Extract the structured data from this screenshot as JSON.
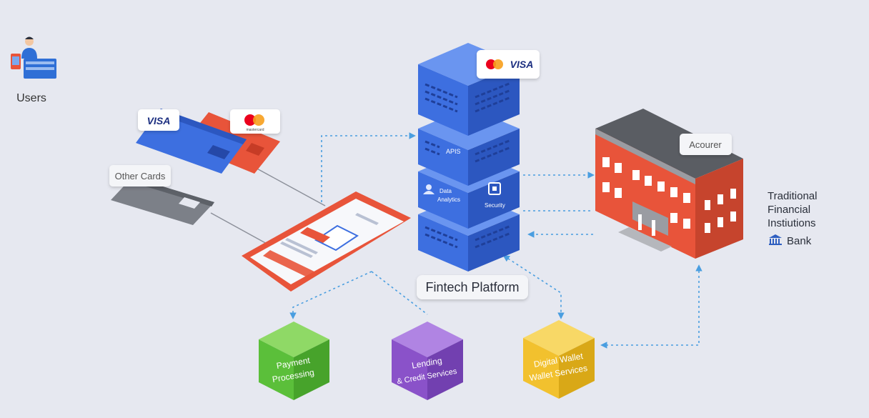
{
  "users": {
    "label": "Users",
    "icon": "user-with-devices-icon"
  },
  "cards": {
    "visa_label": "VISA",
    "mastercard_caption": "mastercard",
    "other_cards_label": "Other Cards"
  },
  "platform": {
    "label": "Fintech Platform",
    "top_badge_visa": "VISA",
    "apis_label": "APIS",
    "analytics_label_1": "Data",
    "analytics_label_2": "Analytics",
    "security_label": "Security"
  },
  "acquirer_label": "Acourer",
  "institutions": {
    "line1": "Traditional",
    "line2": "Financial",
    "line3": "Instiutions",
    "bank_label": "Bank",
    "bank_icon": "bank-icon"
  },
  "services": {
    "payment_line1": "Payment",
    "payment_line2": "Processing",
    "lending_line1": "Lending",
    "lending_line2": "& Credit Services",
    "wallet_line1": "Digital Wallet",
    "wallet_line2": "Wallet Services"
  },
  "colors": {
    "background": "#e6e8f0",
    "server_blue": "#3d6fe0",
    "payment_green": "#5bbf3a",
    "lending_purple": "#8a52c9",
    "wallet_yellow": "#f2c12e",
    "bank_red": "#e8543a",
    "connector_blue": "#4a9ee0"
  }
}
